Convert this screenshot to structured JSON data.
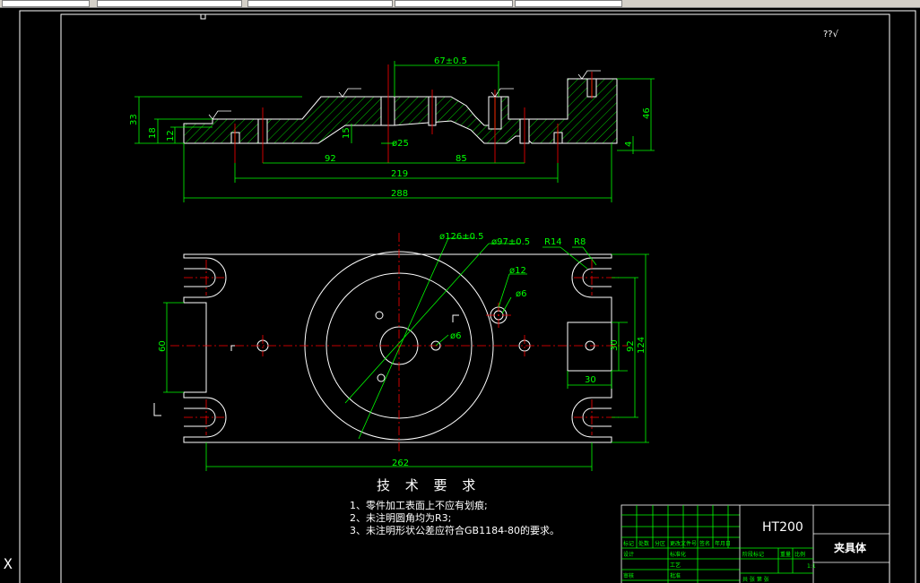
{
  "drawing": {
    "dimensions": {
      "d67": "67±0.5",
      "d33": "33",
      "d18": "18",
      "d12": "12",
      "d15": "15",
      "d25": "ø25",
      "d46": "46",
      "d4": "4",
      "d92a": "92",
      "d85": "85",
      "d219": "219",
      "d288": "288",
      "d126": "ø126±0.5",
      "d97": "ø97±0.5",
      "r14": "R14",
      "r8": "R8",
      "d12b": "ø12",
      "d6a": "ø6",
      "d6b": "ø6",
      "d60": "60",
      "d30v": "30",
      "d92v": "92",
      "d124": "124",
      "d30h": "30",
      "d262": "262"
    },
    "technical_requirements": {
      "title": "技 术 要 求",
      "items": [
        "1、零件加工表面上不应有划痕;",
        "2、未注明圆角均为R3;",
        "3、未注明形状公差应符合GB1184-80的要求。"
      ]
    },
    "title_block": {
      "material": "HT200",
      "part_name": "夹具体",
      "labels": [
        "标记",
        "处数",
        "分区",
        "更改文件号",
        "签名",
        "年月日",
        "设计",
        "标准化",
        "阶段标记",
        "重量",
        "比例",
        "审核",
        "工艺",
        "批准",
        "共 张 第 张"
      ],
      "scale": "1:1"
    },
    "roughness_mark": "??√",
    "ucs_icon": "X"
  },
  "colors": {
    "line": "#ffffff",
    "dim": "#00ff00",
    "center": "#ff0000",
    "hatch": "#00ff00",
    "yellow": "#ffff00",
    "background": "#000000"
  }
}
